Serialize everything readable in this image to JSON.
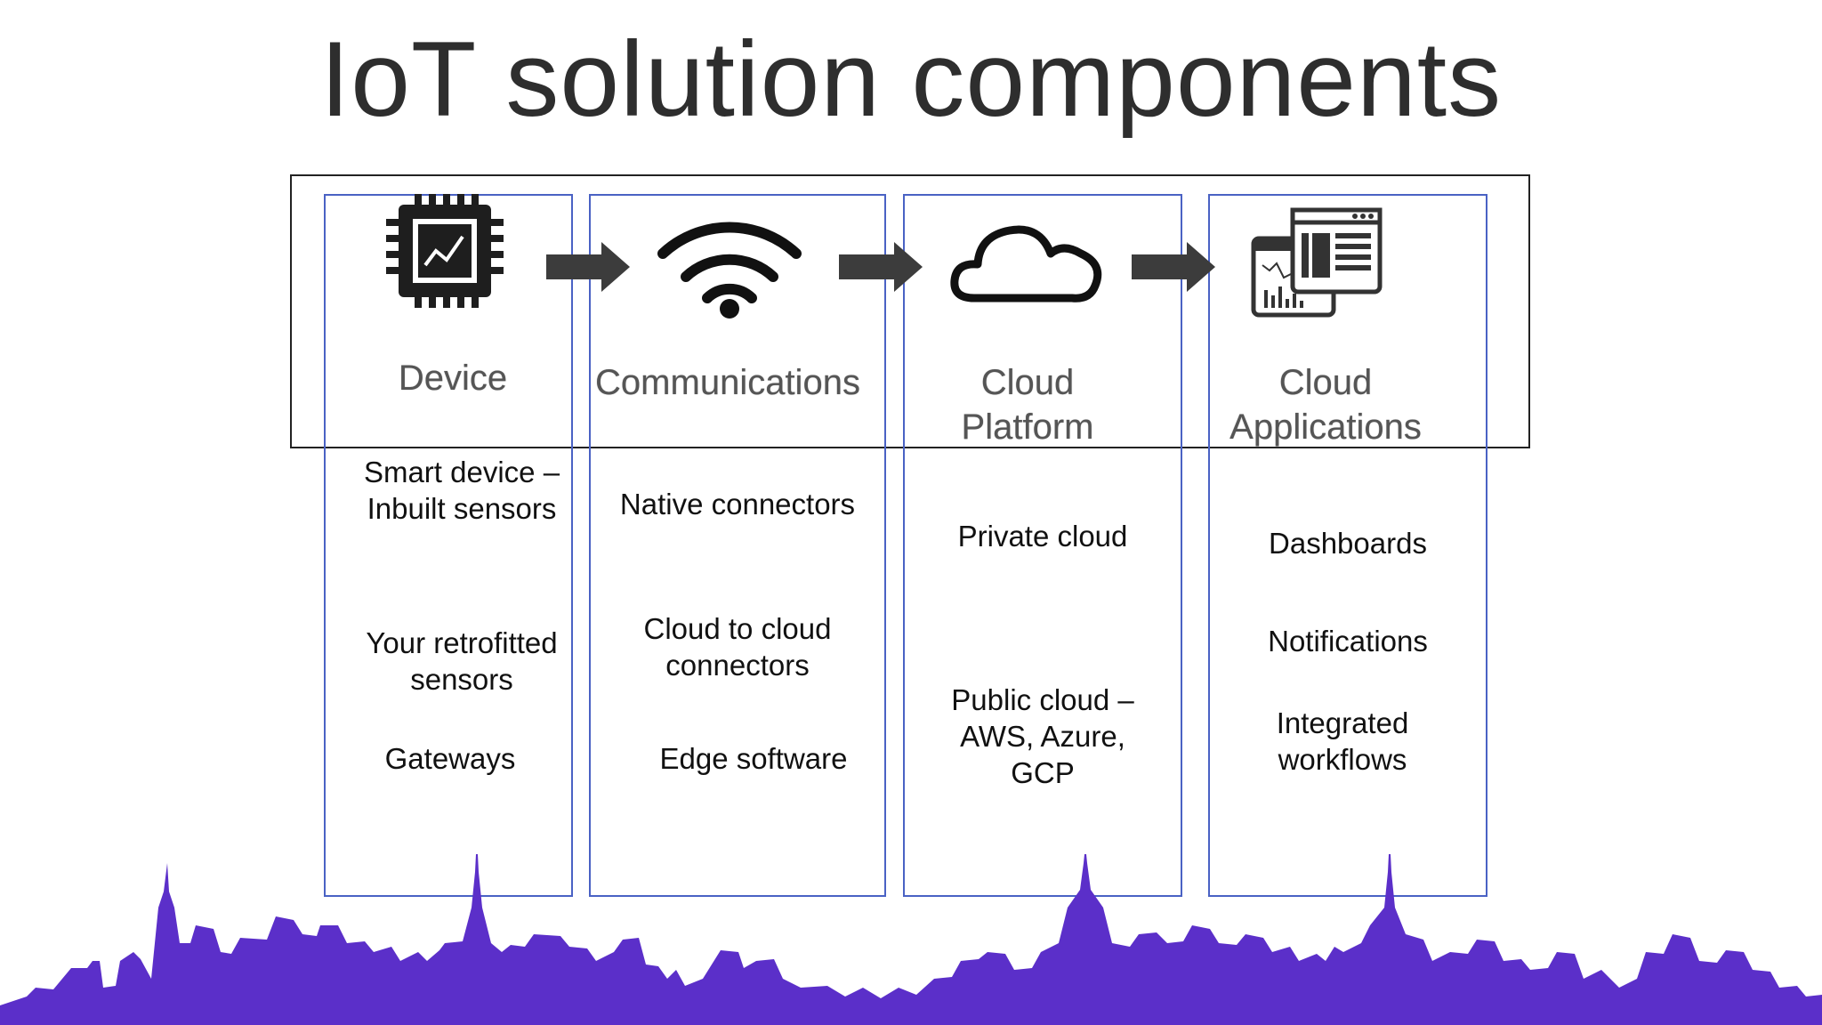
{
  "slide": {
    "title": "IoT solution components"
  },
  "columns": [
    {
      "icon": "chip-icon",
      "title_lines": [
        "Device"
      ],
      "items": [
        "Smart device –",
        "Inbuilt sensors",
        "Your retrofitted",
        "sensors",
        "Gateways"
      ]
    },
    {
      "icon": "wifi-icon",
      "title_lines": [
        "Communications"
      ],
      "items": [
        "Native connectors",
        "Cloud to cloud",
        "connectors",
        "Edge software"
      ]
    },
    {
      "icon": "cloud-icon",
      "title_lines": [
        "Cloud",
        "Platform"
      ],
      "items": [
        "Private cloud",
        "Public cloud –",
        "AWS, Azure,",
        "GCP"
      ]
    },
    {
      "icon": "dashboard-windows-icon",
      "title_lines": [
        "Cloud",
        "Applications"
      ],
      "items": [
        "Dashboards",
        "Notifications",
        "Integrated",
        "workflows"
      ]
    }
  ],
  "colors": {
    "column_border": "#4a62c4",
    "outer_border": "#222222",
    "skyline": "#5b2fc9",
    "arrow": "#3c3c3c"
  }
}
